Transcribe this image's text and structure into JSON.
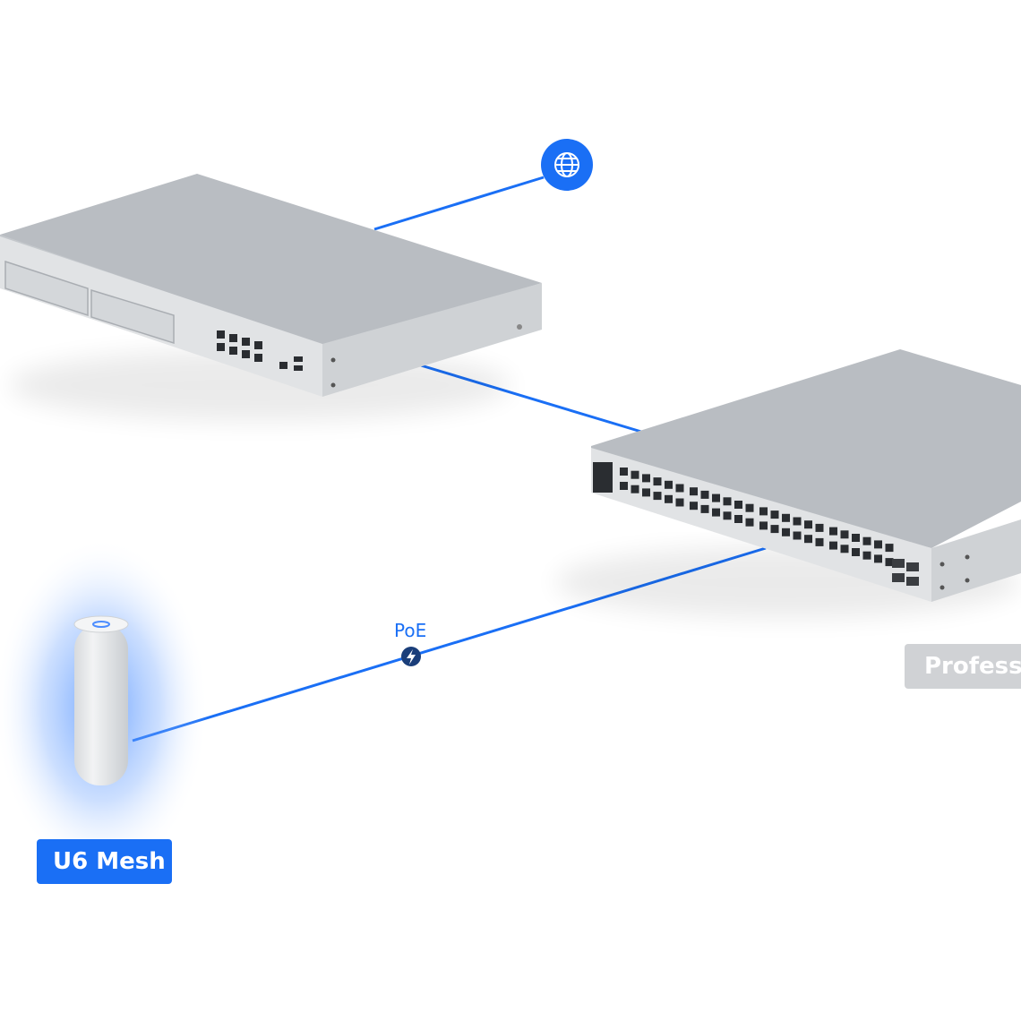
{
  "internet": {
    "icon": "globe-icon",
    "color": "#1a6ff5"
  },
  "links": {
    "color": "#1a6ff5",
    "poe_label": "PoE",
    "poe_icon": "lightning-icon"
  },
  "devices": {
    "access_point": {
      "label": "U6 Mesh",
      "label_color": "#1a6ff5"
    },
    "switch": {
      "label": "Professio",
      "label_color": "#d0d2d5"
    }
  }
}
